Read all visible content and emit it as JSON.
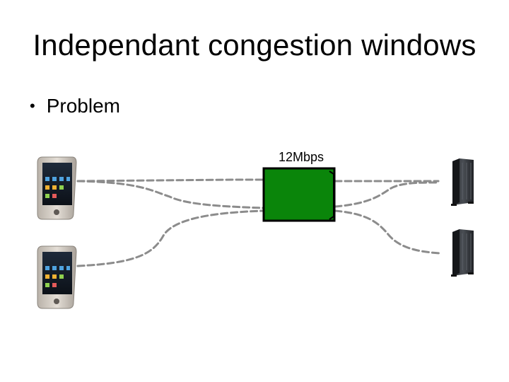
{
  "slide": {
    "title": "Independant congestion windows",
    "bullets": [
      {
        "text": "Problem"
      }
    ]
  },
  "diagram": {
    "bottleneck_label": "12Mbps",
    "colors": {
      "bottleneck_fill": "#0a850a",
      "link_stroke": "#8c8c8c",
      "phone_body": "#d6d0c8",
      "server_body": "#3a3d42"
    },
    "devices": [
      {
        "kind": "phone",
        "icon": "smartphone-icon"
      },
      {
        "kind": "phone",
        "icon": "smartphone-icon"
      },
      {
        "kind": "server",
        "icon": "server-tower-icon"
      },
      {
        "kind": "server",
        "icon": "server-tower-icon"
      }
    ]
  }
}
